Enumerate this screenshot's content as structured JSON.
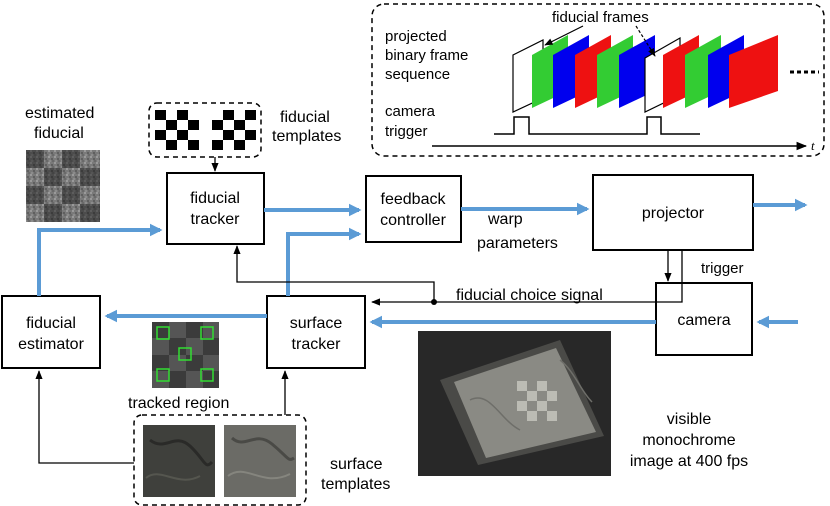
{
  "diagram": {
    "blocks": {
      "fiducial_tracker": [
        "fiducial",
        "tracker"
      ],
      "feedback_controller": [
        "feedback",
        "controller"
      ],
      "projector": "projector",
      "camera": "camera",
      "surface_tracker": [
        "surface",
        "tracker"
      ],
      "fiducial_estimator": [
        "fiducial",
        "estimator"
      ]
    },
    "labels": {
      "estimated_fiducial": [
        "estimated",
        "fiducial"
      ],
      "fiducial_templates": [
        "fiducial",
        "templates"
      ],
      "warp_parameters": [
        "warp",
        "parameters"
      ],
      "trigger": "trigger",
      "fiducial_choice_signal": "fiducial choice signal",
      "tracked_region": "tracked region",
      "surface_templates": [
        "surface",
        "templates"
      ],
      "visible_image": [
        "visible",
        "monochrome",
        "image at 400 fps"
      ]
    },
    "timing": {
      "projected_sequence": [
        "projected",
        "binary frame",
        "sequence"
      ],
      "camera_trigger": [
        "camera",
        "trigger"
      ],
      "fiducial_frames": "fiducial frames",
      "time_axis": "t",
      "frame_colors": [
        "#33cc33",
        "#0000ee",
        "#ee1111"
      ]
    }
  }
}
